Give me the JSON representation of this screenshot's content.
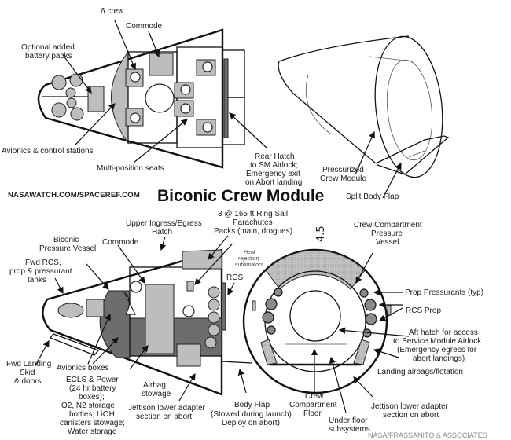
{
  "title": "Biconic Crew Module",
  "website": "NASAWATCH.COM/SPACEREF.COM",
  "credit": "NASA/FRASSANITO & ASSOCIATES",
  "handwritten_note": "4.5",
  "top_plan_view": {
    "labels": {
      "crew": "6 crew",
      "commode": "Commode",
      "battery_1": "Optional added",
      "battery_2": "battery packs",
      "avionics": "Avionics & control stations",
      "seats": "Multi-position seats",
      "rear_hatch_1": "Rear Hatch",
      "rear_hatch_2": "to SM Airlock;",
      "rear_hatch_3": "Emergency exit",
      "rear_hatch_4": "on Abort landing"
    }
  },
  "perspective_view": {
    "labels": {
      "pcm_1": "Pressurized",
      "pcm_2": "Crew Module",
      "flap": "Split Body Flap"
    }
  },
  "side_section": {
    "labels": {
      "hatch_1": "Upper Ingress/Egress",
      "hatch_2": "Hatch",
      "vessel_1": "Biconic",
      "vessel_2": "Pressure Vessel",
      "commode": "Commode",
      "fwd_rcs_1": "Fwd RCS,",
      "fwd_rcs_2": "prop & pressurant",
      "fwd_rcs_3": "tanks",
      "skid_1": "Fwd Landing",
      "skid_2": "Skid",
      "skid_3": "& doors",
      "avionics_boxes": "Avionics boxes",
      "ecls_1": "ECLS & Power",
      "ecls_2": "(24 hr battery",
      "ecls_3": "boxes);",
      "ecls_4": "O2, N2 storage",
      "ecls_5": "bottles; LiOH",
      "ecls_6": "canisters stowage;",
      "ecls_7": "Water storage",
      "airbag_1": "Airbag",
      "airbag_2": "stowage",
      "jettison_1": "Jettison lower adapter",
      "jettison_2": "section on abort",
      "parachutes_1": "3 @ 165 ft Ring Sail",
      "parachutes_2": "Parachutes",
      "parachutes_3": "Packs (main, drogues)",
      "heat_1": "Heat",
      "heat_2": "rejection",
      "heat_3": "sublimators",
      "rcs": "RCS",
      "bodyflap_1": "Body Flap",
      "bodyflap_2": "(Stowed during launch)",
      "bodyflap_3": "Deploy on abort)"
    }
  },
  "end_section": {
    "labels": {
      "ccpv_1": "Crew Compartment",
      "ccpv_2": "Pressure",
      "ccpv_3": "Vessel",
      "prop_press": "Prop Pressurants (typ)",
      "rcs_prop": "RCS Prop",
      "aft_1": "Aft hatch for access",
      "aft_2": "to Service Module Airlock",
      "aft_3": "(Emergency egress for",
      "aft_4": "abort landings)",
      "landing": "Landing airbags/flotation",
      "jettison_1": "Jettison lower adapter",
      "jettison_2": "section on abort",
      "floor_1": "Crew",
      "floor_2": "Compartment",
      "floor_3": "Floor",
      "under_1": "Under floor",
      "under_2": "subsystems"
    }
  }
}
